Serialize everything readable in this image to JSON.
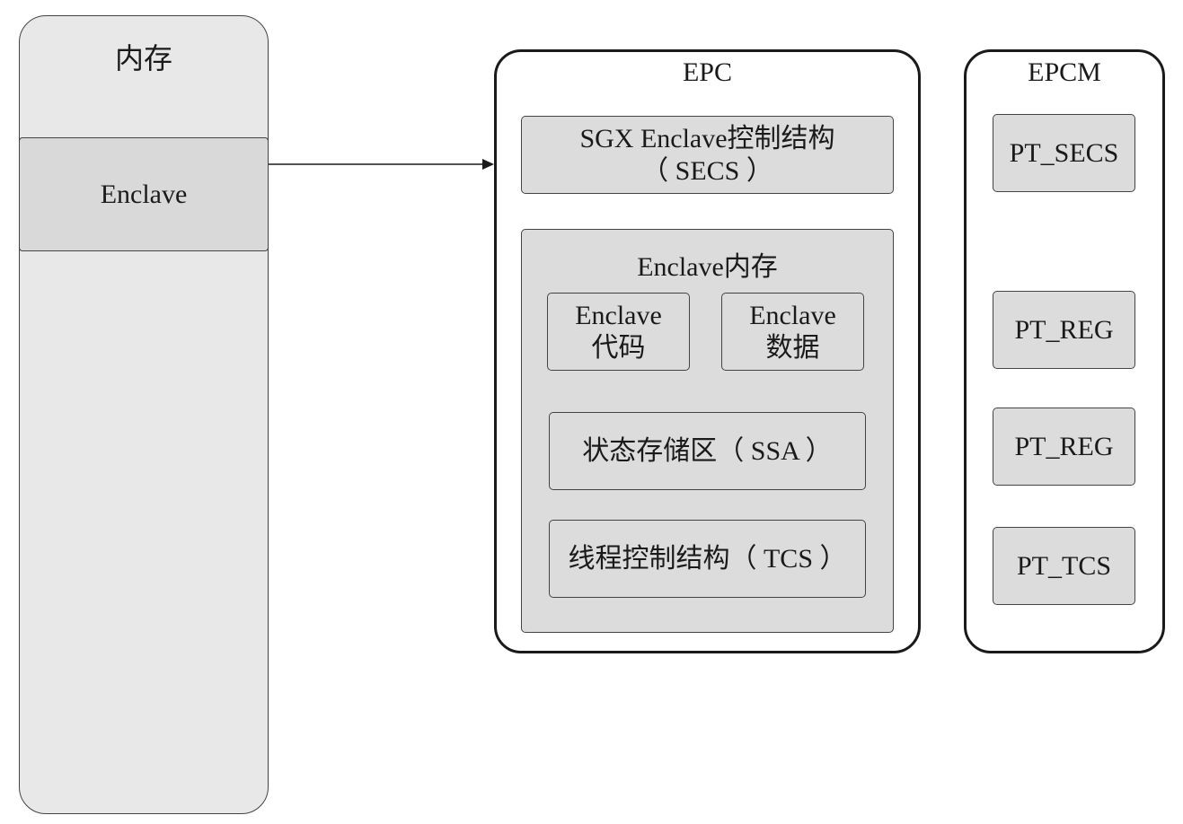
{
  "memory": {
    "title": "内存",
    "enclave_label": "Enclave"
  },
  "epc": {
    "title": "EPC",
    "secs_line1": "SGX Enclave控制结构",
    "secs_line2": "（ SECS ）",
    "enclave_memory": {
      "title": "Enclave内存",
      "code_line1": "Enclave",
      "code_line2": "代码",
      "data_line1": "Enclave",
      "data_line2": "数据",
      "ssa": "状态存储区（ SSA ）",
      "tcs": "线程控制结构（ TCS ）"
    }
  },
  "epcm": {
    "title": "EPCM",
    "entries": [
      "PT_SECS",
      "PT_REG",
      "PT_REG",
      "PT_TCS"
    ]
  },
  "colors": {
    "memory_fill": "#e8e8e8",
    "enclave_fill": "#d9d9d9",
    "inner_fill": "#dcdcdc",
    "border": "#1a1a1a"
  }
}
